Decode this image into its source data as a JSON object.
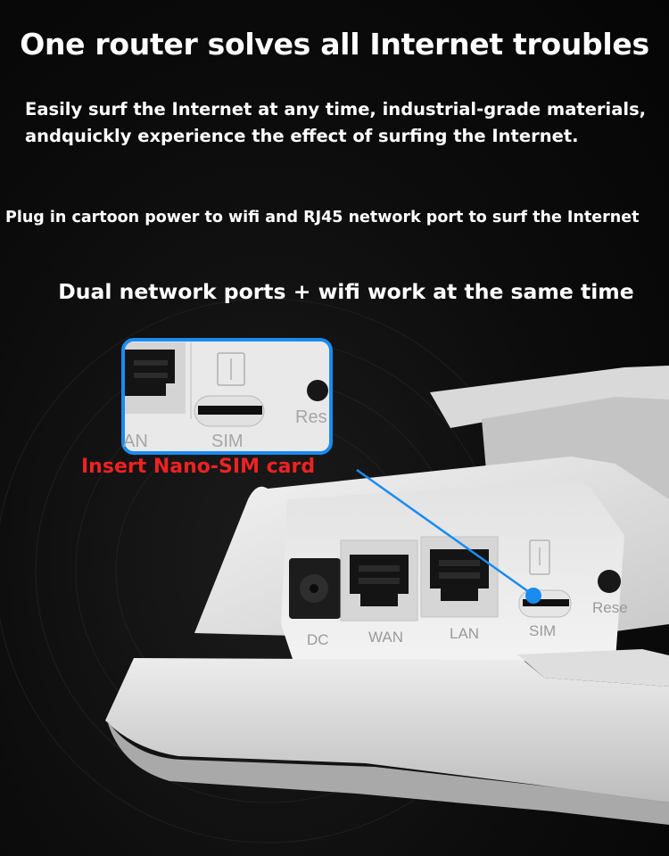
{
  "headline": "One router solves all Internet troubles",
  "intro": {
    "line1": "Easily surf the Internet at any time, industrial-grade materials,",
    "line2": "andquickly experience the effect of surfing the Internet."
  },
  "plug_text": "Plug in cartoon power to wifi and RJ45 network port to surf the Internet",
  "dual_text": "Dual network ports + wifi work at the same time",
  "callout": {
    "label": "Insert Nano-SIM card",
    "zoom_labels": {
      "lan_partial": "AN",
      "sim": "SIM",
      "reset_partial": "Res"
    }
  },
  "device": {
    "port_labels": {
      "dc": "DC",
      "wan": "WAN",
      "lan": "LAN",
      "sim": "SIM",
      "reset": "Rese"
    }
  },
  "colors": {
    "callout_accent": "#1a8cf0",
    "callout_label": "#ef2222",
    "background": "#0c0c0c"
  }
}
